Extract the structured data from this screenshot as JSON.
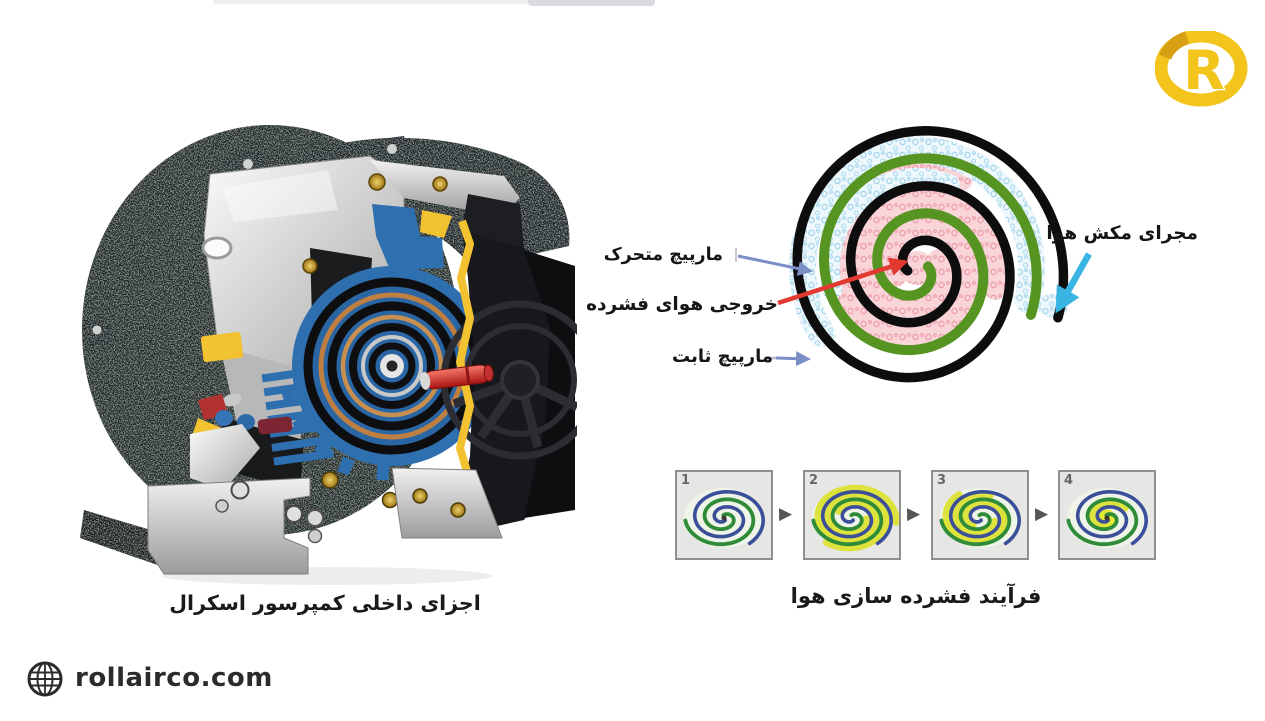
{
  "page": {
    "background": "#ffffff"
  },
  "branding": {
    "logo_letter": "R",
    "logo_color": "#f2c41c",
    "logo_shade_color": "#d79f13",
    "website": "rollairco.com",
    "website_icon": "globe-icon"
  },
  "left_figure": {
    "caption": "اجزای داخلی کمپرسور اسکرال"
  },
  "scroll_diagram": {
    "labels": {
      "moving_scroll": "مارپیچ متحرک",
      "compressed_air_outlet": "خروجی هوای فشرده",
      "fixed_scroll": "مارپیچ ثابت",
      "air_suction_duct": "مجرای مکش هوا"
    },
    "colors": {
      "fixed_scroll_wall": "#0d0d0d",
      "moving_scroll_wall": "#579522",
      "compressed_air_fill": "#f2b8c0",
      "suction_air_fill": "#9fd4ec",
      "label_arrow": "#7b8fc7",
      "outlet_arrow": "#e23a30",
      "suction_arrow": "#3ab4e2"
    }
  },
  "process_sequence": {
    "caption": "فرآیند فشرده سازی هوا",
    "step_separator": "▶",
    "steps": [
      {
        "number": "1"
      },
      {
        "number": "2"
      },
      {
        "number": "3"
      },
      {
        "number": "4"
      }
    ]
  }
}
